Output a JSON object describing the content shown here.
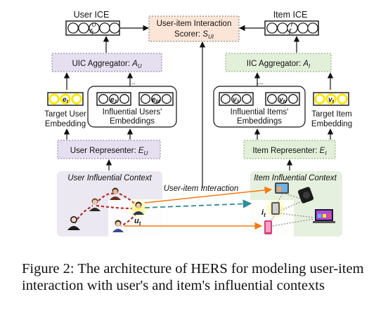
{
  "figure": {
    "user_ice_label": "User ICE",
    "item_ice_label": "Item ICE",
    "user_ice_symbol": {
      "base": "r",
      "sup": "U",
      "sub": "t"
    },
    "item_ice_symbol": {
      "base": "r",
      "sup": "I",
      "sub": "t"
    },
    "scorer": {
      "line1": "User-item Interaction",
      "line2": "Scorer: ",
      "sym_base": "S",
      "sym_sub": "UI"
    },
    "uic_aggregator": {
      "text": "UIC Aggregator: ",
      "sym_base": "A",
      "sym_sub": "U"
    },
    "iic_aggregator": {
      "text": "IIC Aggregator: ",
      "sym_base": "A",
      "sym_sub": "I"
    },
    "target_user": {
      "node_base": "e",
      "node_sub": "t",
      "line1": "Target User",
      "line2": "Embedding"
    },
    "influential_users": {
      "first_base": "e",
      "first_sub": "1",
      "last_base": "e",
      "last_sub": "M",
      "ellipsis": "...",
      "line1": "Influential Users'",
      "line2": "Embeddings"
    },
    "influential_items": {
      "first_base": "v",
      "first_sub": "1",
      "last_base": "v",
      "last_sub": "N",
      "ellipsis": "...",
      "line1": "Influential Items'",
      "line2": "Embeddings"
    },
    "target_item": {
      "node_base": "v",
      "node_sub": "t",
      "line1": "Target Item",
      "line2": "Embedding"
    },
    "user_representer": {
      "text": "User Representer: ",
      "sym_base": "E",
      "sym_sub": "U"
    },
    "item_representer": {
      "text": "Item Representer: ",
      "sym_base": "E",
      "sym_sub": "I"
    },
    "user_context_label": "User Influential Context",
    "item_context_label": "Item Influential Context",
    "interaction_label": "User-item Interaction",
    "target_user_symbol": {
      "base": "u",
      "sub": "t"
    },
    "target_item_symbol": {
      "base": "i",
      "sub": "t"
    }
  },
  "caption": {
    "line1": "Figure 2: The architecture of HERS for modeling user-item",
    "line2": "interaction with user's and item's influential contexts"
  },
  "colors": {
    "purple_fill": "#e6dff0",
    "green_fill": "#e2efd9",
    "scorer_fill": "#fbe5d6",
    "yellow_ring": "#ffe600",
    "user_context_bg": "#ebe8f1",
    "item_context_bg": "#e6f0de",
    "orange_arrow": "#f4780d",
    "teal_dash": "#2e8c9b",
    "red_dash": "#b22b2b"
  }
}
